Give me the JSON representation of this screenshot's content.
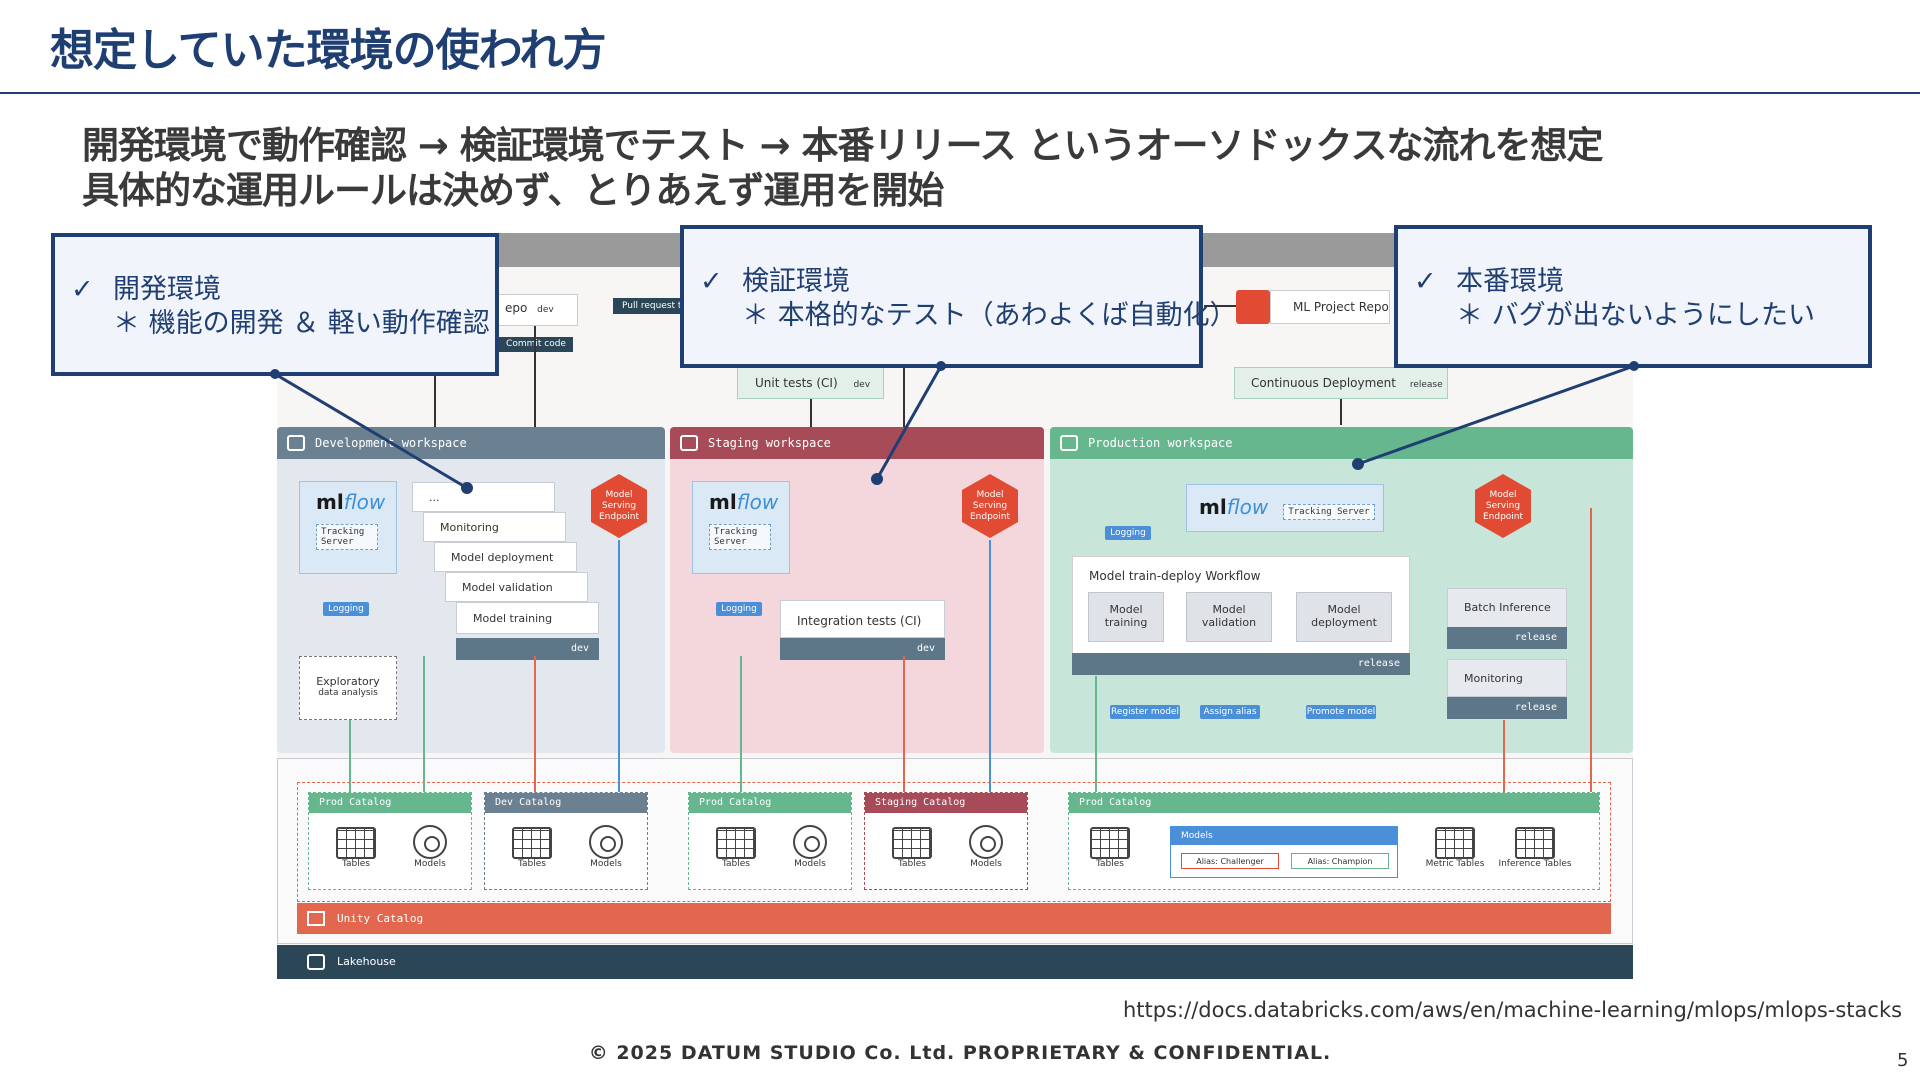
{
  "title": "想定していた環境の使われ方",
  "subtitle": {
    "line1": "開発環境で動作確認 → 検証環境でテスト → 本番リリース というオーソドックスな流れを想定",
    "line2": "具体的な運用ルールは決めず、とりあえず運用を開始"
  },
  "callouts": [
    {
      "check": "✓",
      "heading": "開発環境",
      "note": "＊ 機能の開発 ＆ 軽い動作確認"
    },
    {
      "check": "✓",
      "heading": "検証環境",
      "note": "＊ 本格的なテスト（あわよくば自動化）"
    },
    {
      "check": "✓",
      "heading": "本番環境",
      "note": "＊ バグが出ないようにしたい"
    }
  ],
  "diagram": {
    "top": {
      "repo_partial": "epo",
      "repo_branch": "dev",
      "pull_request": "Pull request to",
      "commit_code": "Commit code",
      "ml_project_repo": "ML Project Repo",
      "unit_tests": "Unit tests (CI)",
      "unit_tests_branch": "dev",
      "continuous_deployment": "Continuous Deployment",
      "cd_branch": "release"
    },
    "dev": {
      "header": "Development workspace",
      "mlflow_prefix": "ml",
      "mlflow_suffix": "flow",
      "tracking": "Tracking Server",
      "logging": "Logging",
      "stack": [
        "...",
        "Monitoring",
        "Model deployment",
        "Model validation",
        "Model training"
      ],
      "branch": "dev",
      "exploratory_1": "Exploratory",
      "exploratory_2": "data analysis",
      "endpoint": [
        "Model",
        "Serving",
        "Endpoint"
      ]
    },
    "staging": {
      "header": "Staging workspace",
      "mlflow_prefix": "ml",
      "mlflow_suffix": "flow",
      "tracking": "Tracking Server",
      "logging": "Logging",
      "integration": "Integration tests (CI)",
      "branch": "dev",
      "endpoint": [
        "Model",
        "Serving",
        "Endpoint"
      ]
    },
    "prod": {
      "header": "Production workspace",
      "mlflow_prefix": "ml",
      "mlflow_suffix": "flow",
      "tracking": "Tracking Server",
      "logging": "Logging",
      "workflow_title": "Model train-deploy Workflow",
      "steps": [
        [
          "Model",
          "training"
        ],
        [
          "Model",
          "validation"
        ],
        [
          "Model",
          "deployment"
        ]
      ],
      "workflow_branch": "release",
      "batch": "Batch Inference",
      "batch_branch": "release",
      "monitoring": "Monitoring",
      "monitoring_branch": "release",
      "register": "Register model",
      "assign": "Assign alias",
      "promote": "Promote model",
      "endpoint": [
        "Model",
        "Serving",
        "Endpoint"
      ]
    },
    "catalogs": {
      "prod1": "Prod Catalog",
      "dev": "Dev Catalog",
      "prod2": "Prod Catalog",
      "staging": "Staging Catalog",
      "prod3": "Prod Catalog",
      "tables": "Tables",
      "models": "Models",
      "models_box": "Models",
      "challenger": "Alias: Challenger",
      "champion": "Alias: Champion",
      "metric_tables": "Metric Tables",
      "inference_tables": "Inference Tables"
    },
    "unity_catalog": "Unity Catalog",
    "lakehouse": "Lakehouse"
  },
  "colors": {
    "title": "#1f3f73",
    "dev": "#6b8192",
    "staging": "#a84b58",
    "prod": "#66b68e",
    "unity": "#e2674e",
    "lakehouse": "#2b4656",
    "endpoint": "#e24b33"
  },
  "url": "https://docs.databricks.com/aws/en/machine-learning/mlops/mlops-stacks",
  "footer": "© 2025 DATUM STUDIO Co. Ltd. PROPRIETARY & CONFIDENTIAL.",
  "page_number": "5"
}
